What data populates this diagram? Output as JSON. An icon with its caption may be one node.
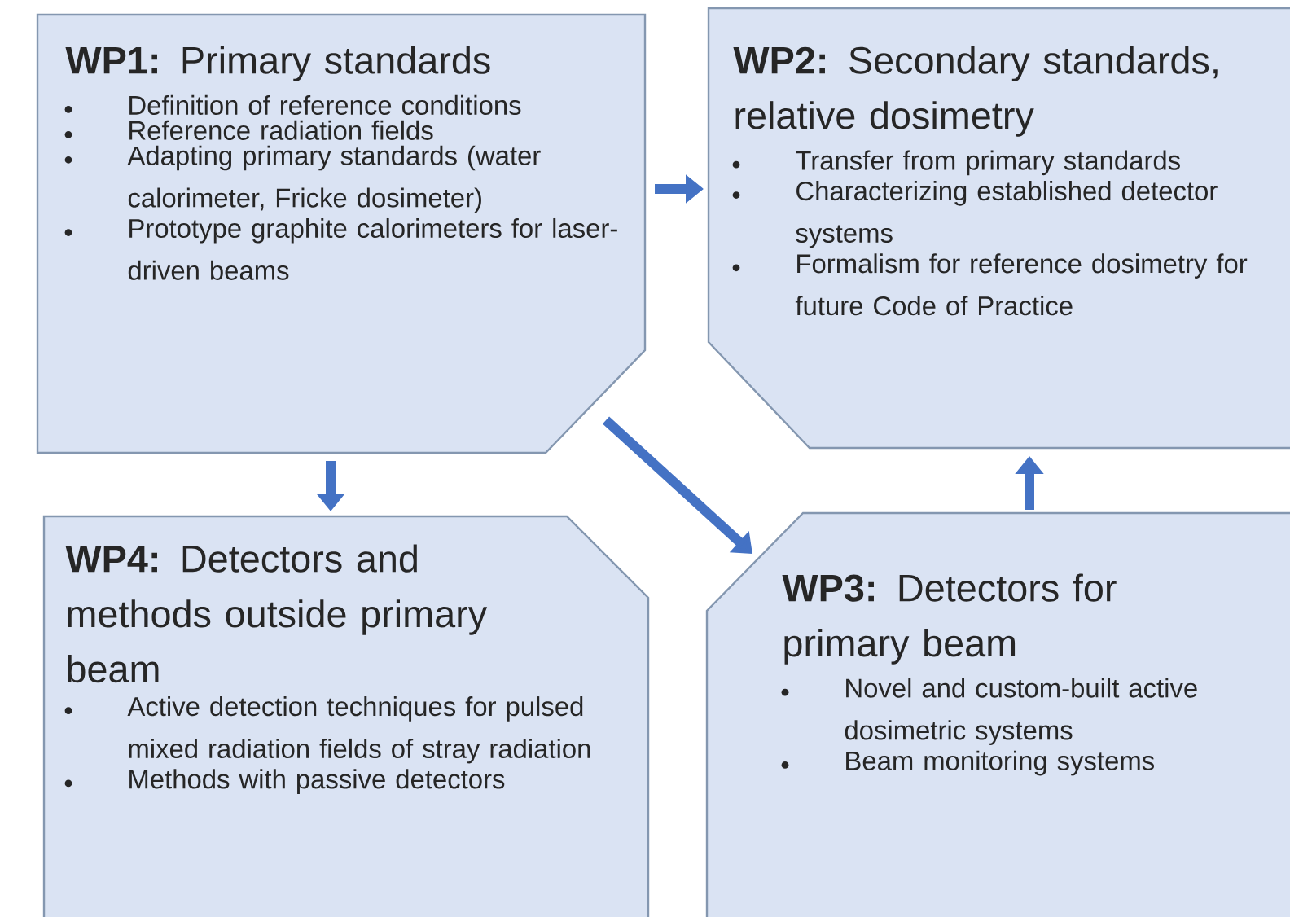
{
  "diagram": {
    "nodes": [
      {
        "text": [
          "**WP1:** Primary standards",
          "Definition of reference conditions",
          "Reference radiation fields",
          "Adapting primary standards (water calorimeter, Fricke dosimeter)",
          "Prototype graphite calorimeters for laser-driven beams"
        ]
      },
      {
        "text": [
          "**WP2:** Secondary standards, relative dosimetry",
          "Transfer from primary standards",
          "Characterizing established detector systems",
          "Formalism for reference dosimetry for future Code of Practice"
        ]
      },
      {
        "text": [
          "**WP4:** Detectors and methods outside primary beam",
          "Active detection techniques for pulsed mixed radiation fields of stray radiation",
          "Methods with passive detectors"
        ]
      },
      {
        "text": [
          "**WP3:** Detectors for primary beam",
          "Novel and custom-built active dosimetric systems",
          "Beam monitoring systems"
        ]
      }
    ],
    "edges": [
      {
        "from": 0,
        "to": 1,
        "arrow": "to"
      },
      {
        "from": 0,
        "to": 3,
        "arrow": "to"
      },
      {
        "from": 0,
        "to": 2,
        "arrow": "to"
      },
      {
        "from": 3,
        "to": 1,
        "arrow": "to"
      }
    ]
  }
}
